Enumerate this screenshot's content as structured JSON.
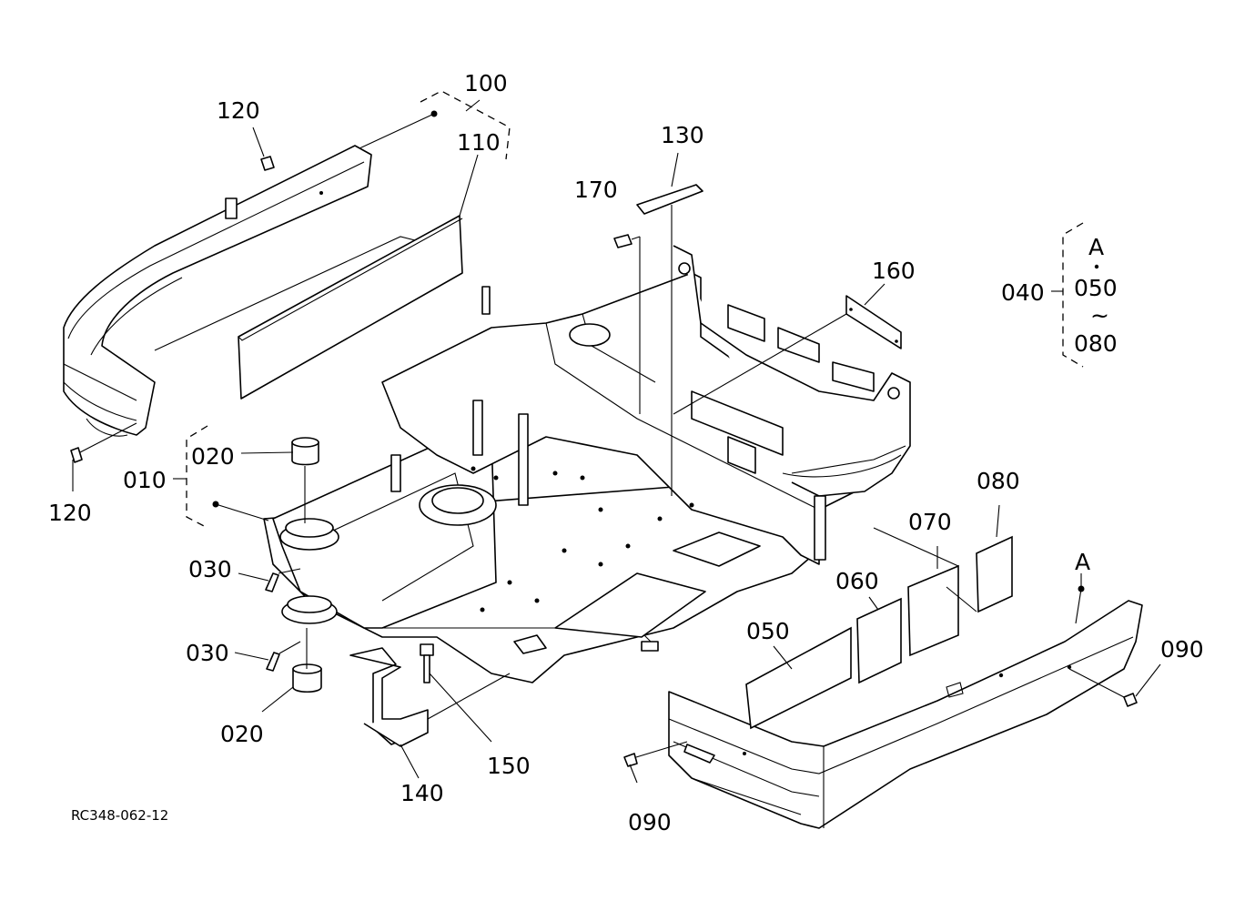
{
  "labels": {
    "l100": "100",
    "l110": "110",
    "l120a": "120",
    "l120b": "120",
    "l130": "130",
    "l170": "170",
    "l160": "160",
    "l040": "040",
    "lA1": "A",
    "l050s": "050",
    "l080s": "080",
    "l010": "010",
    "l020a": "020",
    "l020b": "020",
    "l030a": "030",
    "l030b": "030",
    "l080": "080",
    "l070": "070",
    "l060": "060",
    "l050": "050",
    "lA2": "A",
    "l090a": "090",
    "l090b": "090",
    "l140": "140",
    "l150": "150"
  },
  "range_symbol": "~",
  "drawing_code": "RC348-062-12"
}
